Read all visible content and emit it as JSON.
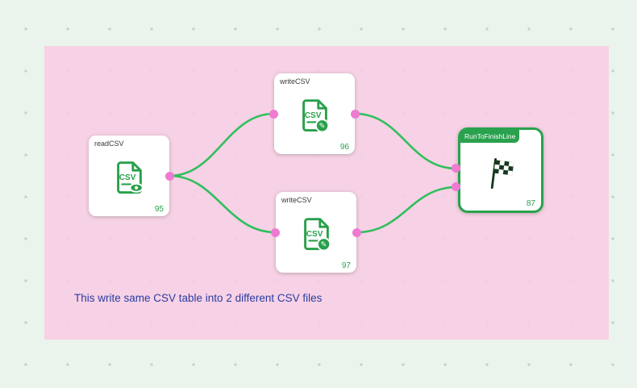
{
  "canvas": {
    "background_color": "#ebf4ec",
    "dot_color": "#c3d3c5"
  },
  "theme": {
    "edge_color": "#2fbf5d",
    "port_color": "#ee7ad2",
    "node_accent_color": "#2aa14e",
    "selected_border_color": "#2aa14e"
  },
  "annotation": {
    "region_color": "#f8cbe3",
    "text": "This write same CSV table into 2 different CSV files",
    "text_color": "#2b3da1"
  },
  "icons": {
    "csv_label": "CSV",
    "pencil_glyph": "✎"
  },
  "nodes": [
    {
      "label": "readCSV",
      "number": "95",
      "icon": "csv-read-icon",
      "selected": false
    },
    {
      "label": "writeCSV",
      "number": "96",
      "icon": "csv-write-icon",
      "selected": false
    },
    {
      "label": "writeCSV",
      "number": "97",
      "icon": "csv-write-icon",
      "selected": false
    },
    {
      "label": "RunToFinishLine",
      "number": "87",
      "icon": "finish-flag-icon",
      "selected": true
    }
  ]
}
